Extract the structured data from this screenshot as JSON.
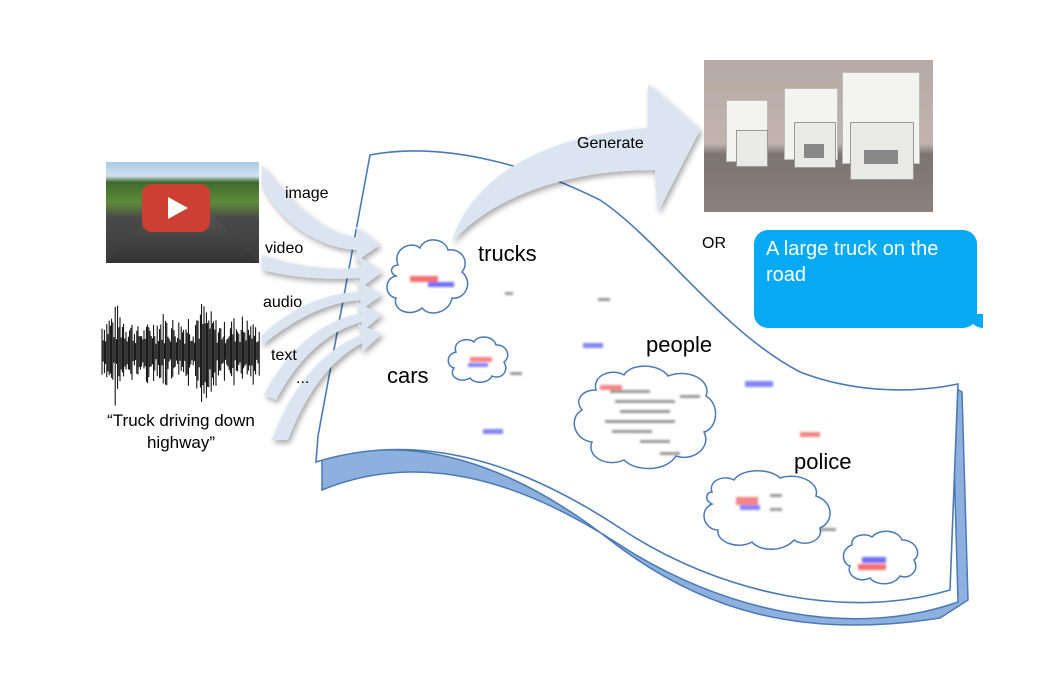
{
  "inputs": {
    "video_thumbnail": {
      "icon": "play-button-icon",
      "description": "highway video thumbnail"
    },
    "audio_waveform": {
      "icon": "audio-waveform-icon"
    },
    "text_caption": "“Truck driving down highway”"
  },
  "arrow_labels": [
    "image",
    "video",
    "audio",
    "text",
    "..."
  ],
  "generate_label": "Generate",
  "embedding_clusters": [
    {
      "label": "trucks"
    },
    {
      "label": "cars"
    },
    {
      "label": "people"
    },
    {
      "label": "police"
    }
  ],
  "outputs": {
    "image": {
      "description": "three white trucks on highway"
    },
    "or_label": "OR",
    "text_bubble": "A large truck on the road"
  },
  "colors": {
    "arrow_fill": "#dbe5f1",
    "surface_outline": "#4a7ab5",
    "surface_fold": "#8eb0df",
    "bubble": "#05a9f4",
    "play_button": "#cd3f33"
  }
}
